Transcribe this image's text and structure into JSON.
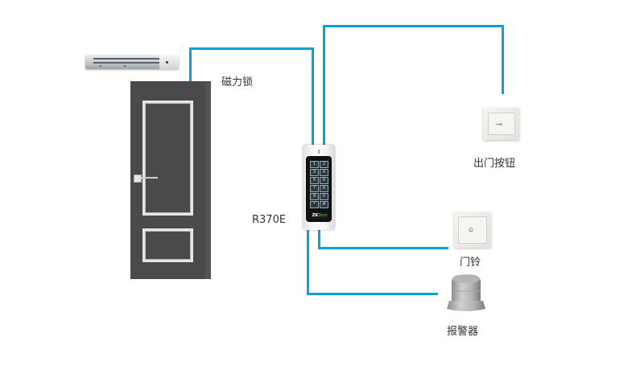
{
  "diagram": {
    "title": "R370E wiring diagram",
    "wire_color": "#0aa1d6",
    "components": {
      "magnetic_lock": {
        "label": "磁力锁"
      },
      "reader": {
        "label": "R370E",
        "brand": "ZK",
        "brand_suffix": "Teco",
        "keys": [
          "1",
          "2",
          "3",
          "4",
          "5",
          "6",
          "7",
          "8",
          "9",
          "0",
          "*",
          "#"
        ]
      },
      "exit_button": {
        "label": "出门按钮",
        "icon": "key-icon"
      },
      "doorbell": {
        "label": "门铃",
        "icon": "bell-icon"
      },
      "alarm": {
        "label": "报警器",
        "icon": "siren-icon"
      }
    },
    "connections": [
      {
        "from": "reader",
        "to": "magnetic_lock"
      },
      {
        "from": "reader",
        "to": "exit_button"
      },
      {
        "from": "reader",
        "to": "doorbell"
      },
      {
        "from": "reader",
        "to": "alarm"
      }
    ]
  }
}
